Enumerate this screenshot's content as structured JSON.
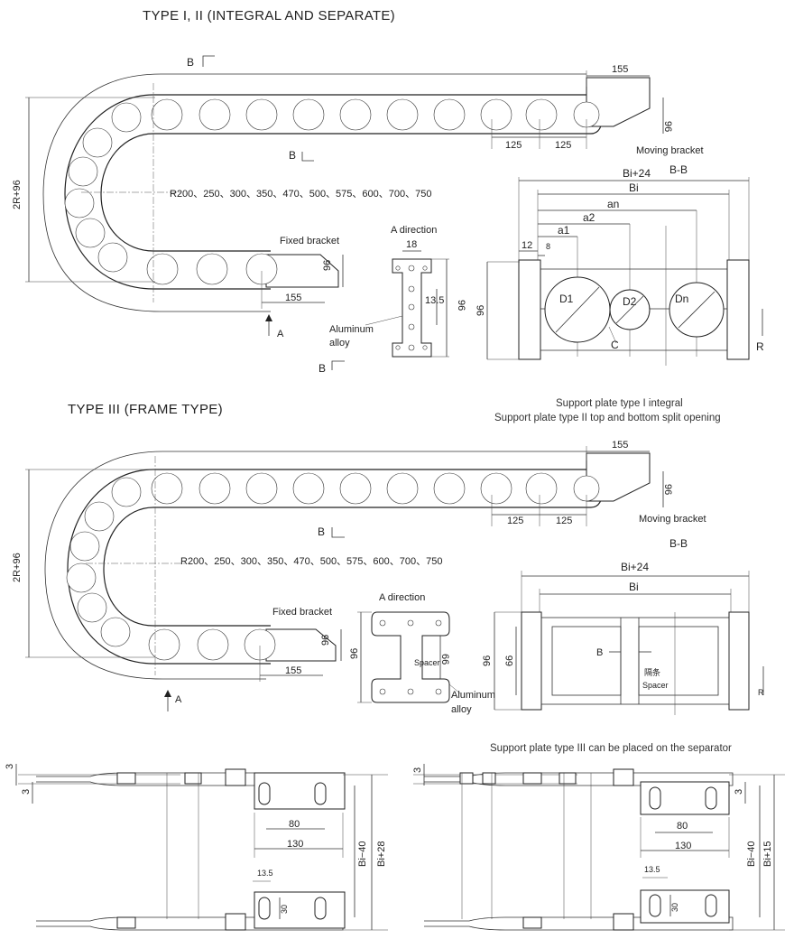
{
  "type12": {
    "title": "TYPE I, II (INTEGRAL AND SEPARATE)",
    "sect_b_top": "B",
    "sect_b_mid": "B",
    "sect_b_bottom": "B",
    "dim_155_top": "155",
    "dim_96_top": "96",
    "dim_125_a": "125",
    "dim_125_b": "125",
    "moving_bracket": "Moving bracket",
    "dim_2r96": "2R+96",
    "radius_list": "R200、250、300、350、470、500、575、600、700、750",
    "fixed_bracket": "Fixed bracket",
    "dim_96_fixed": "96",
    "dim_155_fixed": "155",
    "arrow_a": "A",
    "a_direction": "A direction",
    "dim_18": "18",
    "dim_13_5": "13.5",
    "dim_96_side": "96",
    "aluminum_1": "Aluminum",
    "aluminum_2": "alloy",
    "bb_label": "B-B",
    "bi24": "Bi+24",
    "bi": "Bi",
    "an": "an",
    "a2": "a2",
    "a1": "a1",
    "dim_12": "12",
    "dim_8": "8",
    "dim_96_sec": "96",
    "d1": "D1",
    "d2": "D2",
    "dn": "Dn",
    "c": "C",
    "r": "R"
  },
  "support_note": {
    "line1": "Support plate type I integral",
    "line2": "Support plate type II top and bottom split opening"
  },
  "type3": {
    "title": "TYPE III (FRAME TYPE)",
    "dim_155_top": "155",
    "dim_96_top": "96",
    "dim_125_a": "125",
    "dim_125_b": "125",
    "moving_bracket": "Moving bracket",
    "sect_b": "B",
    "dim_2r96": "2R+96",
    "radius_list": "R200、250、300、350、470、500、575、600、700、750",
    "fixed_bracket": "Fixed bracket",
    "dim_96_fixed": "96",
    "dim_155_fixed": "155",
    "arrow_a": "A",
    "a_direction": "A direction",
    "dim_96_side": "96",
    "dim_66_side": "66",
    "spacer_small": "Spacer",
    "aluminum_1": "Aluminum",
    "aluminum_2": "alloy",
    "bb_label": "B-B",
    "bi24": "Bi+24",
    "bi": "Bi",
    "dim_96_sec": "96",
    "dim_66_sec": "66",
    "b_small": "B",
    "chinese_spacer": "隔条",
    "spacer_sec": "Spacer",
    "r_small": "R"
  },
  "bottom_left": {
    "dim_3_a": "3",
    "dim_3_b": "3",
    "dim_80": "80",
    "dim_130": "130",
    "dim_bi40": "Bi−40",
    "dim_bi28": "Bi+28",
    "dim_13_5": "13.5",
    "dim_30": "30"
  },
  "bottom_right": {
    "note": "Support plate type III can be placed on the separator",
    "dim_3_a": "3",
    "dim_3_b": "3",
    "dim_80": "80",
    "dim_130": "130",
    "dim_bi40": "Bi−40",
    "dim_bi15": "Bi+15",
    "dim_13_5": "13.5",
    "dim_30": "30"
  }
}
